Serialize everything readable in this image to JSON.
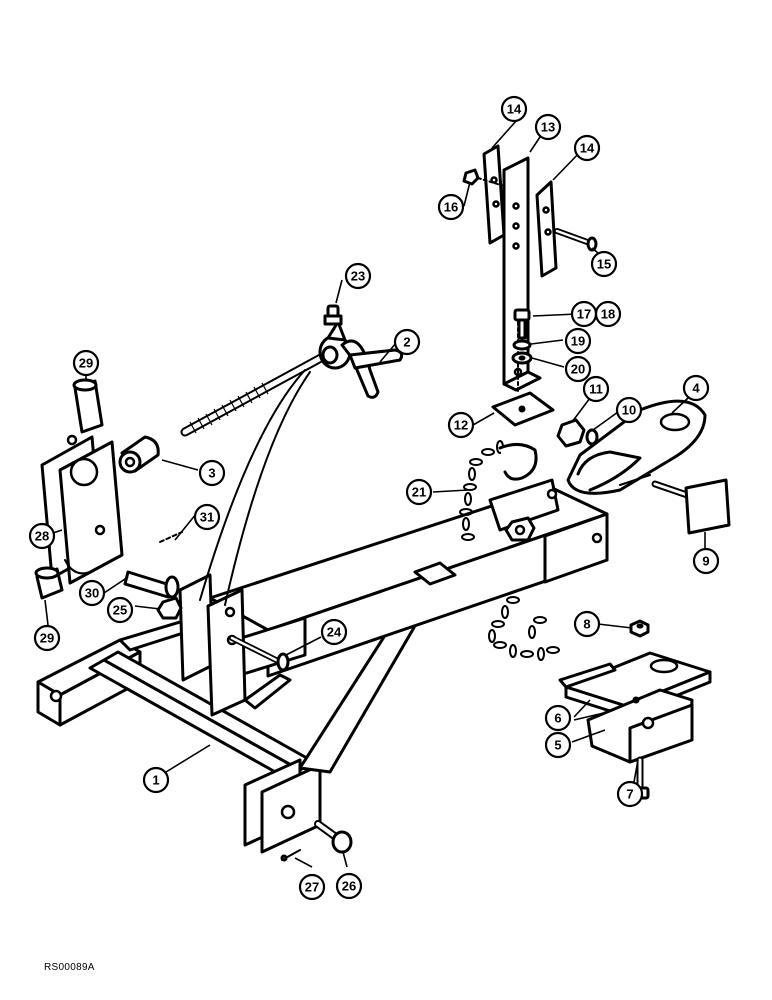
{
  "drawing": {
    "reference_code": "RS00089A",
    "callouts": [
      "1",
      "2",
      "3",
      "4",
      "5",
      "6",
      "7",
      "8",
      "9",
      "10",
      "11",
      "12",
      "13",
      "14",
      "14",
      "15",
      "16",
      "17",
      "18",
      "19",
      "20",
      "21",
      "23",
      "24",
      "25",
      "26",
      "27",
      "28",
      "29",
      "29",
      "30",
      "31"
    ]
  },
  "colors": {
    "line": "#000000",
    "background": "#ffffff"
  }
}
